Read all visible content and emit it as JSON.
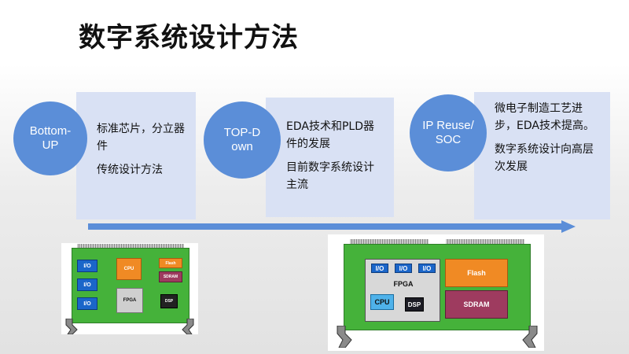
{
  "slide": {
    "title": "数字系统设计方法"
  },
  "stages": [
    {
      "circle_label": "Bottom-UP",
      "card_lines": [
        "标准芯片，分立器件",
        "传统设计方法"
      ]
    },
    {
      "circle_label": "TOP-Down",
      "card_lines": [
        "EDA技术和PLD器件的发展",
        "目前数字系统设计主流"
      ]
    },
    {
      "circle_label": "IP Reuse/SOC",
      "card_lines": [
        "微电子制造工艺进步，EDA技术提高。",
        "数字系统设计向高层次发展"
      ]
    }
  ],
  "board_small": {
    "io_labels": [
      "I/O",
      "I/O",
      "I/O"
    ],
    "cpu_label": "CPU",
    "flash_label": "Flash",
    "sdram_label": "SDRAM",
    "fpga_label": "FPGA",
    "dsp_label": "DSP"
  },
  "board_large": {
    "io_labels": [
      "I/O",
      "I/O",
      "I/O"
    ],
    "fpga_label": "FPGA",
    "cpu_label": "CPU",
    "dsp_label": "DSP",
    "flash_label": "Flash",
    "sdram_label": "SDRAM"
  },
  "colors": {
    "circle": "#5b8ed8",
    "card": "#d9e1f4",
    "arrow": "#5b8ed8",
    "board_green": "#45b23a",
    "cpu_orange": "#f08a24",
    "flash_orange": "#f08a24",
    "sdram_maroon": "#9e3b5f",
    "io_blue": "#1b66c9"
  }
}
